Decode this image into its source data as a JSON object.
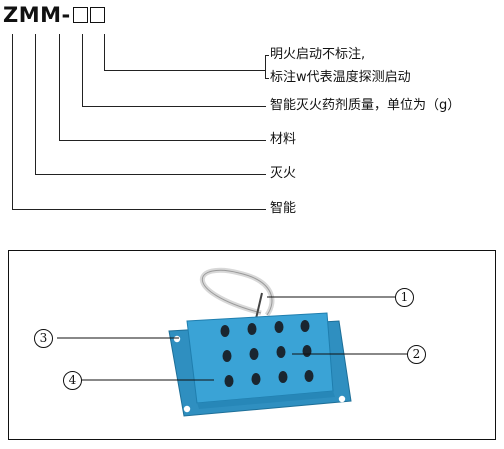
{
  "model": {
    "prefix": "ZMM-"
  },
  "legend": {
    "line1": "明火启动不标注,",
    "line2": "标注w代表温度探测启动",
    "agent": "智能灭火药剂质量，单位为（g）",
    "material": "材料",
    "fire": "灭火",
    "smart": "智能"
  },
  "callouts": [
    "1",
    "2",
    "3",
    "4"
  ],
  "device": {
    "body_color": "#3aa3d6",
    "holes": 12
  }
}
